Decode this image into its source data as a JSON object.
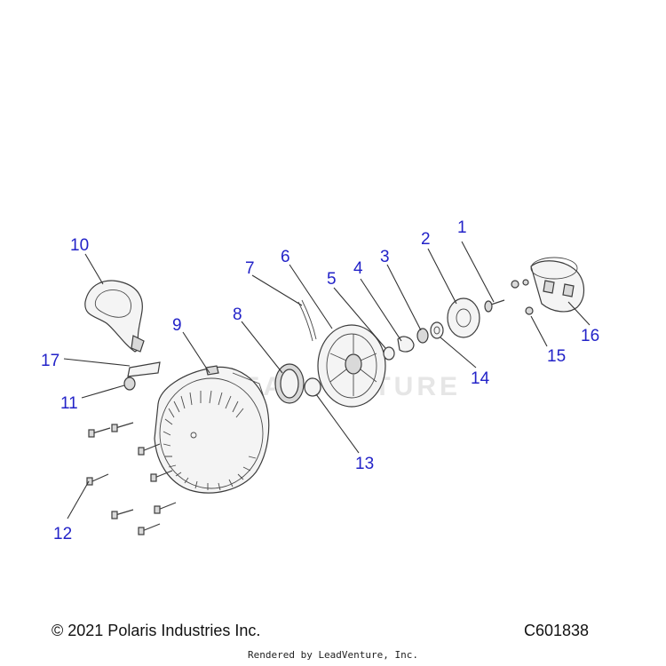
{
  "watermark": "LEADVENTURE",
  "callouts": [
    "1",
    "2",
    "3",
    "4",
    "5",
    "6",
    "7",
    "8",
    "9",
    "10",
    "11",
    "12",
    "13",
    "14",
    "15",
    "16",
    "17"
  ],
  "footer": {
    "copyright": "© 2021 Polaris Industries Inc.",
    "diagram_id": "C601838",
    "rendered_by": "Rendered by LeadVenture, Inc."
  },
  "colors": {
    "callout": "#2323c8",
    "outline": "#3c3c3c"
  }
}
